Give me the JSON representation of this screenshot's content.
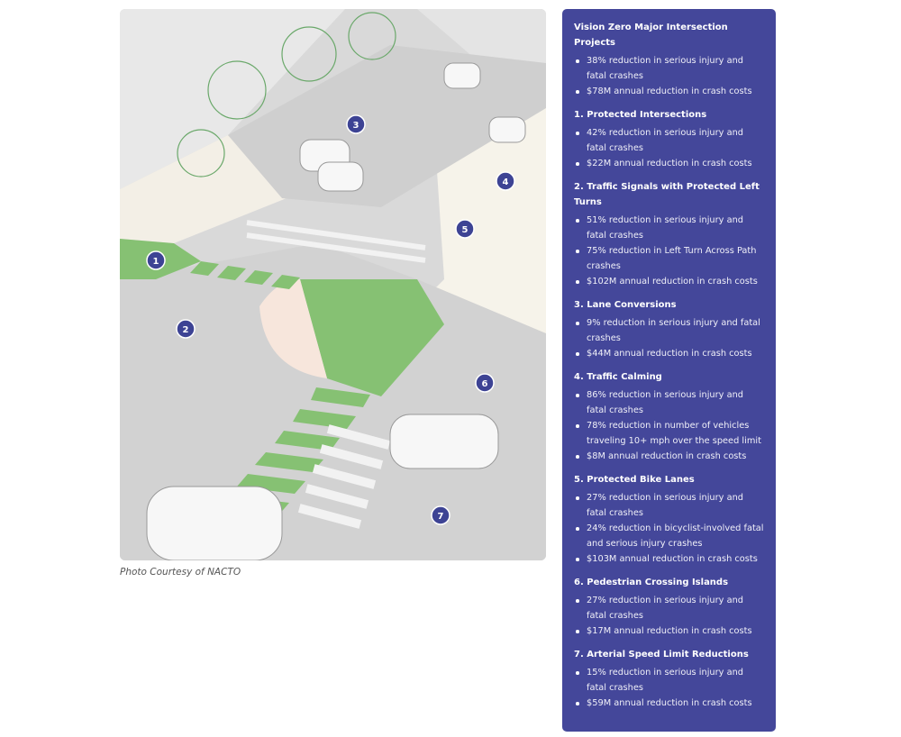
{
  "figure": {
    "markers": [
      "1",
      "2",
      "3",
      "4",
      "5",
      "6",
      "7"
    ],
    "caption": "Photo Courtesy of NACTO"
  },
  "panel": {
    "sections": [
      {
        "title": "Vision Zero Major Intersection Projects",
        "items": [
          "38% reduction in serious injury and fatal crashes",
          "$78M annual reduction in crash costs"
        ]
      },
      {
        "title": "1. Protected Intersections",
        "items": [
          "42% reduction in serious injury and fatal crashes",
          "$22M annual reduction in crash costs"
        ]
      },
      {
        "title": "2. Traffic Signals with Protected Left Turns",
        "items": [
          "51% reduction in serious injury and fatal crashes",
          "75% reduction in Left Turn Across Path crashes",
          "$102M annual reduction in crash costs"
        ]
      },
      {
        "title": "3. Lane Conversions",
        "items": [
          "9% reduction in serious injury and fatal crashes",
          "$44M annual reduction in crash costs"
        ]
      },
      {
        "title": "4. Traffic Calming",
        "items": [
          "86% reduction in serious injury and fatal crashes",
          "78% reduction in number of vehicles traveling 10+ mph over the speed limit",
          "$8M annual reduction in crash costs"
        ]
      },
      {
        "title": "5. Protected Bike Lanes",
        "items": [
          "27% reduction in serious injury and fatal crashes",
          "24% reduction in bicyclist-involved fatal and serious injury crashes",
          "$103M annual reduction in crash costs"
        ]
      },
      {
        "title": "6. Pedestrian Crossing Islands",
        "items": [
          "27% reduction in serious injury and fatal crashes",
          "$17M annual reduction in crash costs"
        ]
      },
      {
        "title": "7. Arterial Speed Limit Reductions",
        "items": [
          "15% reduction in serious injury and fatal crashes",
          "$59M annual reduction in crash costs"
        ]
      }
    ]
  },
  "colors": {
    "panel": "#44479a",
    "marker": "#3d4394",
    "bike_lane": "#86c173"
  }
}
